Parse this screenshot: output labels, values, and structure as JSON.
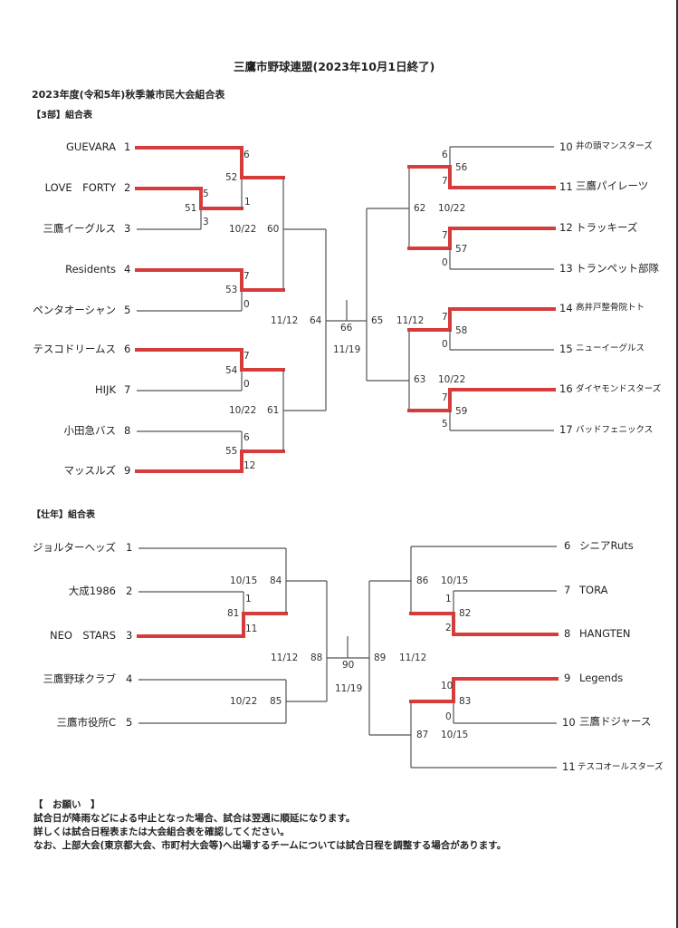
{
  "header": {
    "title": "三鷹市野球連盟(2023年10月1日終了)",
    "subtitle": "2023年度(令和5年)秋季兼市民大会組合表"
  },
  "division3": {
    "label": "【3部】組合表",
    "left_teams": [
      {
        "name": "GUEVARA",
        "no": "1"
      },
      {
        "name": "LOVE　FORTY",
        "no": "2"
      },
      {
        "name": "三鷹イーグルス",
        "no": "3"
      },
      {
        "name": "Residents",
        "no": "4"
      },
      {
        "name": "ペンタオーシャン",
        "no": "5"
      },
      {
        "name": "テスコドリームス",
        "no": "6"
      },
      {
        "name": "HIJK",
        "no": "7"
      },
      {
        "name": "小田急バス",
        "no": "8"
      },
      {
        "name": "マッスルズ",
        "no": "9"
      }
    ],
    "right_teams": [
      {
        "no": "10",
        "name": "井の頭マンスターズ"
      },
      {
        "no": "11",
        "name": "三鷹パイレーツ"
      },
      {
        "no": "12",
        "name": "トラッキーズ"
      },
      {
        "no": "13",
        "name": "トランペット部隊"
      },
      {
        "no": "14",
        "name": "高井戸整骨院トト"
      },
      {
        "no": "15",
        "name": "ニューイーグルス"
      },
      {
        "no": "16",
        "name": "ダイヤモンドスターズ"
      },
      {
        "no": "17",
        "name": "バッドフェニックス"
      }
    ],
    "games": {
      "g51": {
        "id": "51",
        "score_top": "5",
        "score_bottom": "3"
      },
      "g52": {
        "id": "52",
        "score_top": "6",
        "score_bottom": "1"
      },
      "g53": {
        "id": "53",
        "score_top": "7",
        "score_bottom": "0"
      },
      "g54": {
        "id": "54",
        "score_top": "7",
        "score_bottom": "0"
      },
      "g55": {
        "id": "55",
        "score_top": "6",
        "score_bottom": "12"
      },
      "g60": {
        "id": "60",
        "date": "10/22"
      },
      "g61": {
        "id": "61",
        "date": "10/22"
      },
      "g64": {
        "id": "64",
        "date": "11/12"
      },
      "g66": {
        "id": "66",
        "date": "11/19"
      },
      "g65": {
        "id": "65",
        "date": "11/12"
      },
      "g62": {
        "id": "62",
        "date": "10/22"
      },
      "g63": {
        "id": "63",
        "date": "10/22"
      },
      "g56": {
        "id": "56",
        "score_top": "6",
        "score_bottom": "7"
      },
      "g57": {
        "id": "57",
        "score_top": "7",
        "score_bottom": "0"
      },
      "g58": {
        "id": "58",
        "score_top": "7",
        "score_bottom": "0"
      },
      "g59": {
        "id": "59",
        "score_top": "7",
        "score_bottom": "5"
      }
    }
  },
  "senior": {
    "label": "【壮年】組合表",
    "left_teams": [
      {
        "name": "ジョルターヘッズ",
        "no": "1"
      },
      {
        "name": "大成1986",
        "no": "2"
      },
      {
        "name": "NEO　STARS",
        "no": "3"
      },
      {
        "name": "三鷹野球クラブ",
        "no": "4"
      },
      {
        "name": "三鷹市役所C",
        "no": "5"
      }
    ],
    "right_teams": [
      {
        "no": "6",
        "name": "シニアRuts"
      },
      {
        "no": "7",
        "name": "TORA"
      },
      {
        "no": "8",
        "name": "HANGTEN"
      },
      {
        "no": "9",
        "name": "Legends"
      },
      {
        "no": "10",
        "name": "三鷹ドジャース"
      },
      {
        "no": "11",
        "name": "テスコオールスターズ"
      }
    ],
    "games": {
      "g81": {
        "id": "81",
        "score_top": "1",
        "score_bottom": "11"
      },
      "g84": {
        "id": "84",
        "date": "10/15"
      },
      "g85": {
        "id": "85",
        "date": "10/22"
      },
      "g88": {
        "id": "88",
        "date": "11/12"
      },
      "g90": {
        "id": "90",
        "date": "11/19"
      },
      "g89": {
        "id": "89",
        "date": "11/12"
      },
      "g86": {
        "id": "86",
        "date": "10/15"
      },
      "g87": {
        "id": "87",
        "date": "10/15"
      },
      "g82": {
        "id": "82",
        "score_top": "1",
        "score_bottom": "2"
      },
      "g83": {
        "id": "83",
        "score_top": "10",
        "score_bottom": "0"
      }
    }
  },
  "notes": {
    "heading": "【　お願い　】",
    "lines": [
      "試合日が降雨などによる中止となった場合、試合は翌週に順延になります。",
      "詳しくは試合日程表または大会組合表を確認してください。",
      "なお、上部大会(東京都大会、市町村大会等)へ出場するチームについては試合日程を調整する場合があります。"
    ]
  },
  "colors": {
    "winner_line": "#d63c3c",
    "bracket_line": "#555555"
  }
}
